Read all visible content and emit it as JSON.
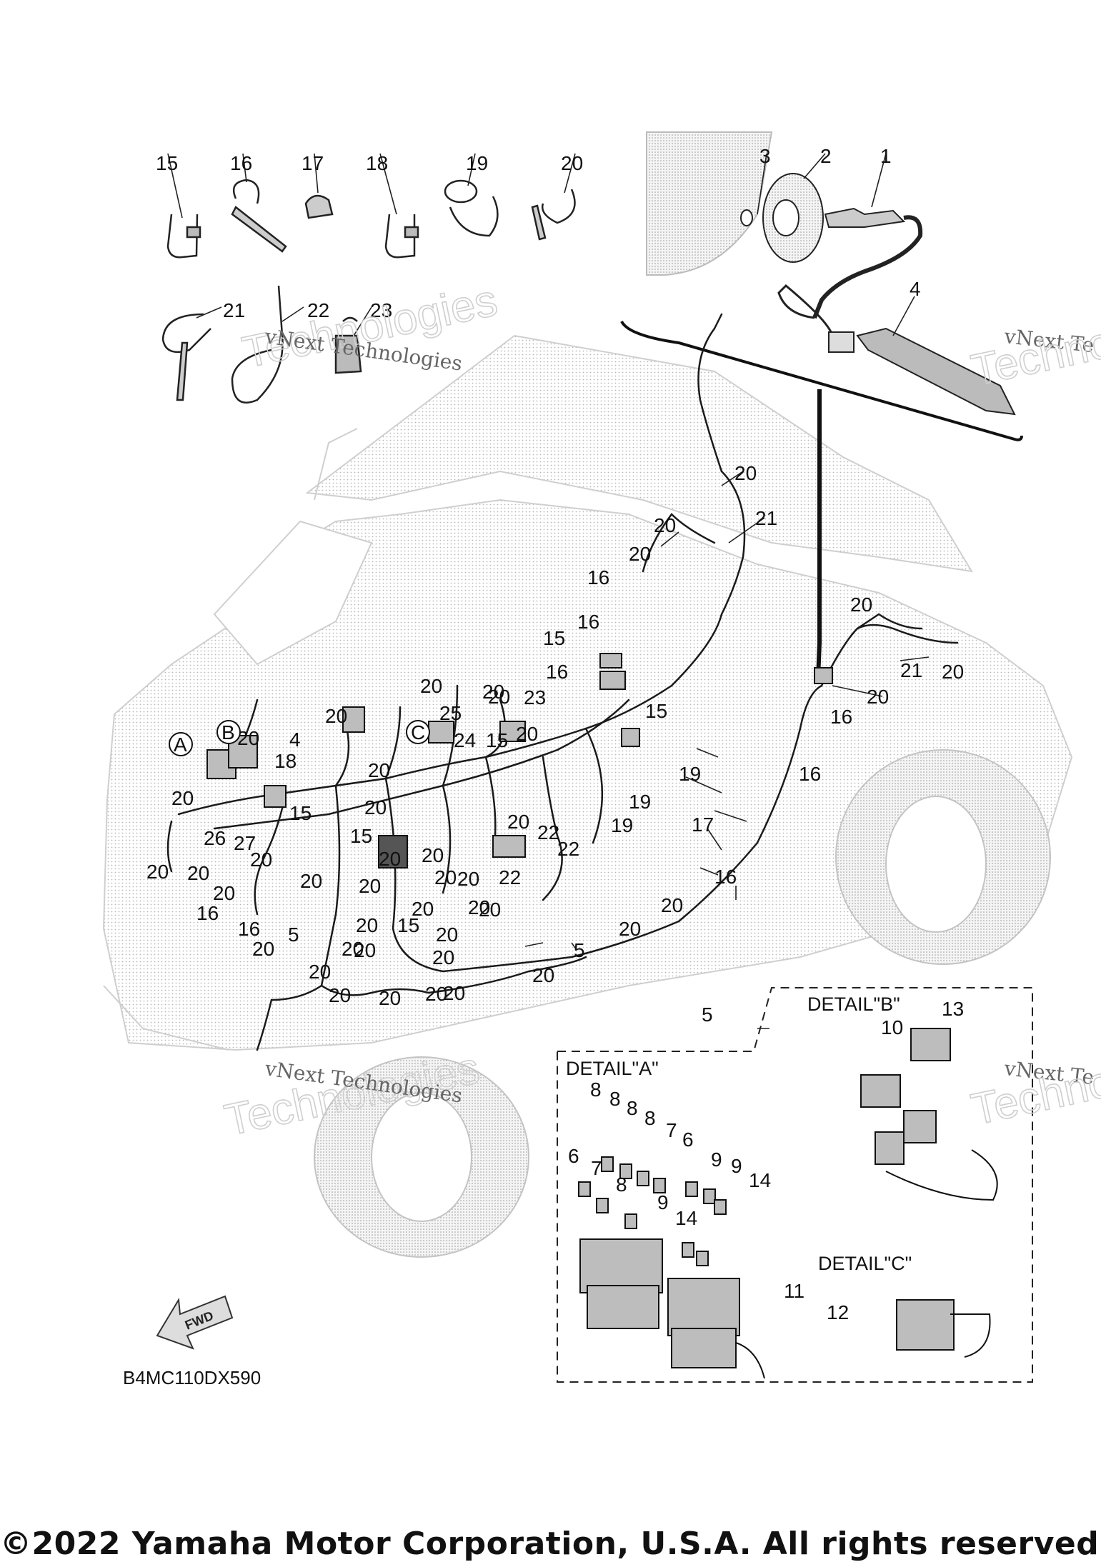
{
  "diagram": {
    "watermark_text": "vNext Technologies",
    "watermark_word": "Technologies",
    "watermark_partial": "vNext Te",
    "top_callouts": {
      "c15": "15",
      "c16": "16",
      "c17": "17",
      "c18": "18",
      "c19": "19",
      "c20": "20",
      "c21": "21",
      "c22": "22",
      "c23": "23",
      "c3": "3",
      "c2": "2",
      "c1": "1",
      "c4": "4"
    },
    "harness_callouts": [
      {
        "label": "20"
      },
      {
        "label": "21"
      },
      {
        "label": "20"
      },
      {
        "label": "20"
      },
      {
        "label": "16"
      },
      {
        "label": "16"
      },
      {
        "label": "15"
      },
      {
        "label": "16"
      },
      {
        "label": "15"
      },
      {
        "label": "20"
      },
      {
        "label": "21"
      },
      {
        "label": "20"
      },
      {
        "label": "20"
      },
      {
        "label": "16"
      },
      {
        "label": "16"
      },
      {
        "label": "19"
      },
      {
        "label": "19"
      },
      {
        "label": "19"
      },
      {
        "label": "17"
      },
      {
        "label": "16"
      },
      {
        "label": "20"
      },
      {
        "label": "20"
      },
      {
        "label": "20"
      },
      {
        "label": "5"
      },
      {
        "label": "20"
      },
      {
        "label": "20"
      },
      {
        "label": "20"
      },
      {
        "label": "20"
      },
      {
        "label": "25"
      },
      {
        "label": "20"
      },
      {
        "label": "23"
      },
      {
        "label": "24"
      },
      {
        "label": "15"
      },
      {
        "label": "20"
      },
      {
        "label": "20"
      },
      {
        "label": "20"
      },
      {
        "label": "4"
      },
      {
        "label": "18"
      },
      {
        "label": "20"
      },
      {
        "label": "20"
      },
      {
        "label": "15"
      },
      {
        "label": "20"
      },
      {
        "label": "15"
      },
      {
        "label": "26"
      },
      {
        "label": "27"
      },
      {
        "label": "20"
      },
      {
        "label": "20"
      },
      {
        "label": "20"
      },
      {
        "label": "20"
      },
      {
        "label": "20"
      },
      {
        "label": "16"
      },
      {
        "label": "16"
      },
      {
        "label": "5"
      },
      {
        "label": "20"
      },
      {
        "label": "20"
      },
      {
        "label": "20"
      },
      {
        "label": "20"
      },
      {
        "label": "20"
      },
      {
        "label": "20"
      },
      {
        "label": "20"
      },
      {
        "label": "15"
      },
      {
        "label": "20"
      },
      {
        "label": "20"
      },
      {
        "label": "20"
      },
      {
        "label": "20"
      },
      {
        "label": "20"
      },
      {
        "label": "20"
      },
      {
        "label": "22"
      },
      {
        "label": "22"
      },
      {
        "label": "22"
      },
      {
        "label": "20"
      },
      {
        "label": "20"
      },
      {
        "label": "20"
      },
      {
        "label": "20"
      },
      {
        "label": "20"
      }
    ],
    "circle_labels": {
      "a": "A",
      "b": "B",
      "c": "C"
    },
    "detail_a": {
      "title": "DETAIL\"A\"",
      "labels": [
        "8",
        "8",
        "8",
        "8",
        "7",
        "6",
        "6",
        "7",
        "8",
        "9",
        "9",
        "14",
        "9",
        "14"
      ]
    },
    "detail_b": {
      "title": "DETAIL\"B\"",
      "labels": [
        "10",
        "13"
      ]
    },
    "detail_c": {
      "title": "DETAIL\"C\"",
      "labels": [
        "11",
        "12"
      ]
    },
    "detail_ref": "5",
    "fwd_label": "FWD",
    "diagram_code": "B4MC110DX590"
  },
  "footer": {
    "copyright": "©2022 Yamaha Motor Corporation, U.S.A. All rights reserved."
  }
}
